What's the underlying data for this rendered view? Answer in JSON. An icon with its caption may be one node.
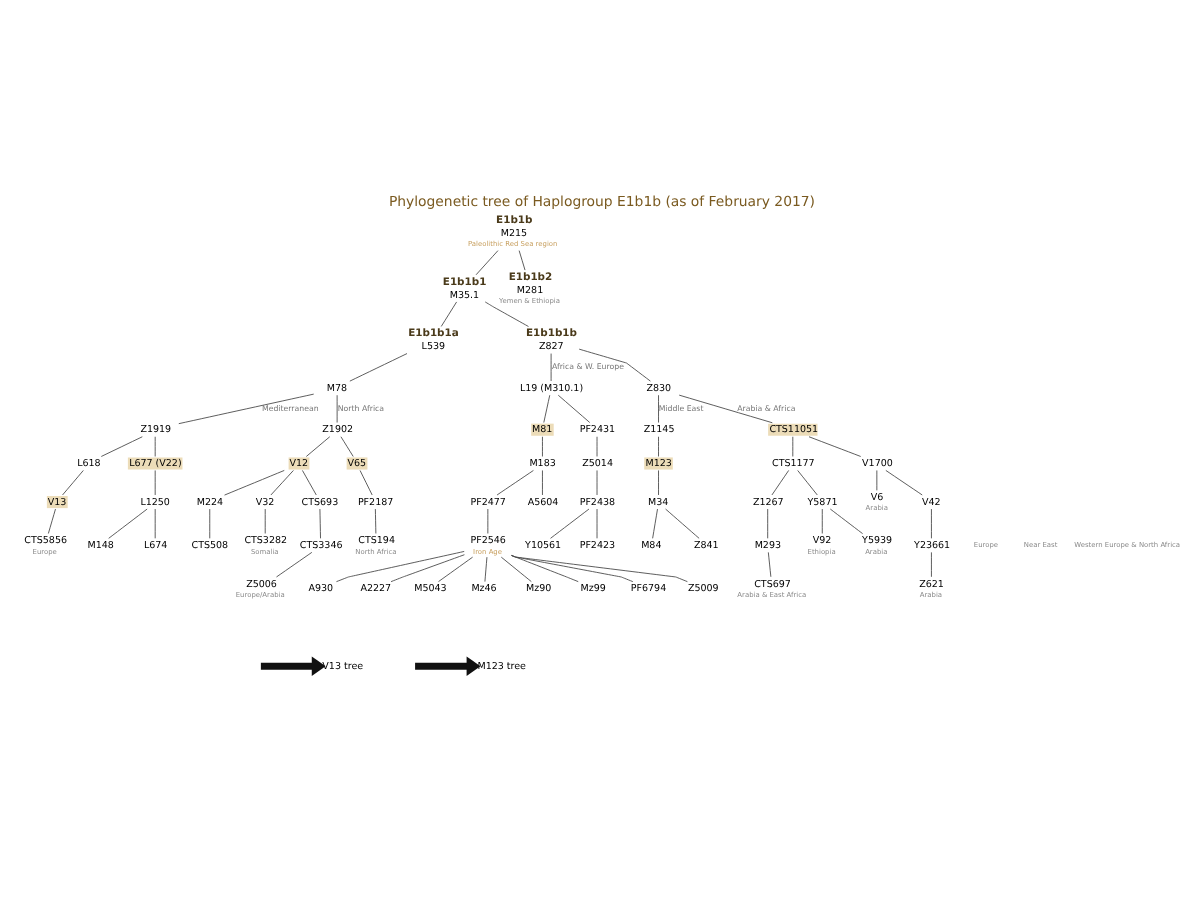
{
  "diagram": {
    "title": "Phylogenetic tree of Haplogroup E1b1b (as of February 2017)",
    "nodes": [
      {
        "text": [
          "E1b1b",
          "M215"
        ],
        "beside": [
          "Paleolithic Red Sea region"
        ]
      },
      {
        "text": [
          "E1b1b1",
          "M35.1"
        ]
      },
      {
        "text": [
          "E1b1b2",
          "M281"
        ],
        "beside": [
          "Yemen & Ethiopia"
        ]
      },
      {
        "text": [
          "E1b1b1a",
          "L539"
        ]
      },
      {
        "text": [
          "E1b1b1b",
          "Z827"
        ]
      },
      {
        "text": [
          "M78"
        ]
      },
      {
        "text": [
          "Z1919"
        ]
      },
      {
        "text": [
          "Z1902"
        ]
      },
      {
        "text": [
          "L618"
        ]
      },
      {
        "text": [
          "L677 (V22)"
        ]
      },
      {
        "text": [
          "V13"
        ]
      },
      {
        "text": [
          "CTS5856"
        ],
        "beside": [
          "Europe"
        ]
      },
      {
        "text": [
          "V13 tree"
        ]
      },
      {
        "text": [
          "L1250"
        ]
      },
      {
        "text": [
          "M148"
        ]
      },
      {
        "text": [
          "L674"
        ]
      },
      {
        "text": [
          "V12"
        ]
      },
      {
        "text": [
          "V65"
        ]
      },
      {
        "text": [
          "M224"
        ]
      },
      {
        "text": [
          "V32"
        ]
      },
      {
        "text": [
          "CTS693"
        ]
      },
      {
        "text": [
          "CTS508"
        ]
      },
      {
        "text": [
          "CTS3282"
        ],
        "beside": [
          "Somalia"
        ]
      },
      {
        "text": [
          "CTS3346"
        ]
      },
      {
        "text": [
          "Z5006"
        ],
        "beside": [
          "Europe/Arabia"
        ]
      },
      {
        "text": [
          "PF2187"
        ]
      },
      {
        "text": [
          "CTS194"
        ],
        "beside": [
          "North Africa"
        ]
      },
      {
        "text": [
          "L19 (M310.1)"
        ]
      },
      {
        "text": [
          "Z830"
        ]
      },
      {
        "text": [
          "M81"
        ]
      },
      {
        "text": [
          "PF2431"
        ]
      },
      {
        "text": [
          "M183"
        ]
      },
      {
        "text": [
          "PF2477"
        ]
      },
      {
        "text": [
          "A5604"
        ]
      },
      {
        "text": [
          "PF2546"
        ],
        "beside": [
          "Iron Age"
        ]
      },
      {
        "text": [
          "A930"
        ]
      },
      {
        "text": [
          "A2227"
        ]
      },
      {
        "text": [
          "M5043"
        ]
      },
      {
        "text": [
          "Mz46"
        ]
      },
      {
        "text": [
          "Mz90"
        ]
      },
      {
        "text": [
          "Mz99"
        ]
      },
      {
        "text": [
          "PF6794"
        ]
      },
      {
        "text": [
          "Z5009"
        ]
      },
      {
        "text": [
          "Z5014"
        ]
      },
      {
        "text": [
          "PF2438"
        ]
      },
      {
        "text": [
          "Y10561"
        ]
      },
      {
        "text": [
          "PF2423"
        ]
      },
      {
        "text": [
          "Z1145"
        ]
      },
      {
        "text": [
          "M123"
        ]
      },
      {
        "text": [
          "M34"
        ]
      },
      {
        "text": [
          "M84"
        ]
      },
      {
        "text": [
          "Z841"
        ]
      },
      {
        "text": [
          "M123 tree"
        ]
      },
      {
        "text": [
          "CTS11051"
        ]
      },
      {
        "text": [
          "CTS1177"
        ]
      },
      {
        "text": [
          "V1700"
        ]
      },
      {
        "text": [
          "Z1267"
        ]
      },
      {
        "text": [
          "Y5871"
        ]
      },
      {
        "text": [
          "M293"
        ]
      },
      {
        "text": [
          "CTS697"
        ],
        "beside": [
          "Arabia & East Africa"
        ]
      },
      {
        "text": [
          "V92"
        ],
        "beside": [
          "Ethiopia"
        ]
      },
      {
        "text": [
          "Y5939"
        ],
        "beside": [
          "Arabia"
        ]
      },
      {
        "text": [
          "V6"
        ],
        "beside": [
          "Arabia"
        ]
      },
      {
        "text": [
          "V42"
        ]
      },
      {
        "text": [
          "Y23661"
        ]
      },
      {
        "text": [
          "Z621"
        ],
        "beside": [
          "Arabia"
        ]
      }
    ],
    "edges": [
      {
        "from": 0,
        "to": 1,
        "arrow": "none"
      },
      {
        "from": 0,
        "to": 2,
        "arrow": "none"
      },
      {
        "from": 1,
        "to": 3,
        "arrow": "none"
      },
      {
        "from": 1,
        "to": 4,
        "arrow": "none"
      },
      {
        "from": 3,
        "to": 5,
        "arrow": "none"
      },
      {
        "from": 5,
        "to": 6,
        "arrow": "none",
        "label": "Mediterranean"
      },
      {
        "from": 5,
        "to": 7,
        "arrow": "none",
        "label": "North Africa"
      },
      {
        "from": 6,
        "to": 8,
        "arrow": "none"
      },
      {
        "from": 6,
        "to": 9,
        "arrow": "none"
      },
      {
        "from": 8,
        "to": 10,
        "arrow": "none"
      },
      {
        "from": 10,
        "to": 11,
        "arrow": "none"
      },
      {
        "from": null,
        "to": 12,
        "arrow": "to",
        "style": "thick"
      },
      {
        "from": 9,
        "to": 13,
        "arrow": "none"
      },
      {
        "from": 13,
        "to": 14,
        "arrow": "none"
      },
      {
        "from": 13,
        "to": 15,
        "arrow": "none"
      },
      {
        "from": 7,
        "to": 16,
        "arrow": "none"
      },
      {
        "from": 7,
        "to": 17,
        "arrow": "none"
      },
      {
        "from": 16,
        "to": 18,
        "arrow": "none"
      },
      {
        "from": 16,
        "to": 19,
        "arrow": "none"
      },
      {
        "from": 16,
        "to": 20,
        "arrow": "none"
      },
      {
        "from": 18,
        "to": 21,
        "arrow": "none"
      },
      {
        "from": 19,
        "to": 22,
        "arrow": "none"
      },
      {
        "from": 20,
        "to": 23,
        "arrow": "none"
      },
      {
        "from": 23,
        "to": 24,
        "arrow": "none"
      },
      {
        "from": 17,
        "to": 25,
        "arrow": "none"
      },
      {
        "from": 25,
        "to": 26,
        "arrow": "none"
      },
      {
        "from": 4,
        "to": 27,
        "arrow": "none",
        "label": "Africa & W. Europe"
      },
      {
        "from": 4,
        "to": 28,
        "arrow": "none"
      },
      {
        "from": 27,
        "to": 29,
        "arrow": "none"
      },
      {
        "from": 27,
        "to": 30,
        "arrow": "none"
      },
      {
        "from": 29,
        "to": 31,
        "arrow": "none"
      },
      {
        "from": 31,
        "to": 32,
        "arrow": "none"
      },
      {
        "from": 31,
        "to": 33,
        "arrow": "none"
      },
      {
        "from": 32,
        "to": 34,
        "arrow": "none"
      },
      {
        "from": 34,
        "to": 35,
        "arrow": "none"
      },
      {
        "from": 34,
        "to": 36,
        "arrow": "none"
      },
      {
        "from": 34,
        "to": 37,
        "arrow": "none"
      },
      {
        "from": 34,
        "to": 38,
        "arrow": "none"
      },
      {
        "from": 34,
        "to": 39,
        "arrow": "none"
      },
      {
        "from": 34,
        "to": 40,
        "arrow": "none"
      },
      {
        "from": 34,
        "to": 41,
        "arrow": "none"
      },
      {
        "from": 34,
        "to": 42,
        "arrow": "none"
      },
      {
        "from": 30,
        "to": 43,
        "arrow": "none"
      },
      {
        "from": 43,
        "to": 44,
        "arrow": "none"
      },
      {
        "from": 44,
        "to": 45,
        "arrow": "none"
      },
      {
        "from": 44,
        "to": 46,
        "arrow": "none"
      },
      {
        "from": 28,
        "to": 47,
        "arrow": "none",
        "label": "Middle East"
      },
      {
        "from": 28,
        "to": 53,
        "arrow": "none",
        "label": "Arabia & Africa"
      },
      {
        "from": 47,
        "to": 48,
        "arrow": "none"
      },
      {
        "from": 48,
        "to": 49,
        "arrow": "none"
      },
      {
        "from": 49,
        "to": 50,
        "arrow": "none"
      },
      {
        "from": 49,
        "to": 51,
        "arrow": "none"
      },
      {
        "from": null,
        "to": 52,
        "arrow": "to",
        "style": "thick"
      },
      {
        "from": 53,
        "to": 54,
        "arrow": "none"
      },
      {
        "from": 53,
        "to": 55,
        "arrow": "none"
      },
      {
        "from": 54,
        "to": 56,
        "arrow": "none"
      },
      {
        "from": 54,
        "to": 57,
        "arrow": "none"
      },
      {
        "from": 56,
        "to": 58,
        "arrow": "none"
      },
      {
        "from": 58,
        "to": 59,
        "arrow": "none"
      },
      {
        "from": 57,
        "to": 60,
        "arrow": "none"
      },
      {
        "from": 57,
        "to": 61,
        "arrow": "none"
      },
      {
        "from": 55,
        "to": 62,
        "arrow": "none"
      },
      {
        "from": 55,
        "to": 63,
        "arrow": "none"
      },
      {
        "from": 63,
        "to": 64,
        "arrow": "none"
      },
      {
        "from": 64,
        "to": 65,
        "arrow": "none"
      }
    ],
    "labels": [
      "Europe",
      "Near East",
      "Western Europe & North Africa"
    ]
  }
}
